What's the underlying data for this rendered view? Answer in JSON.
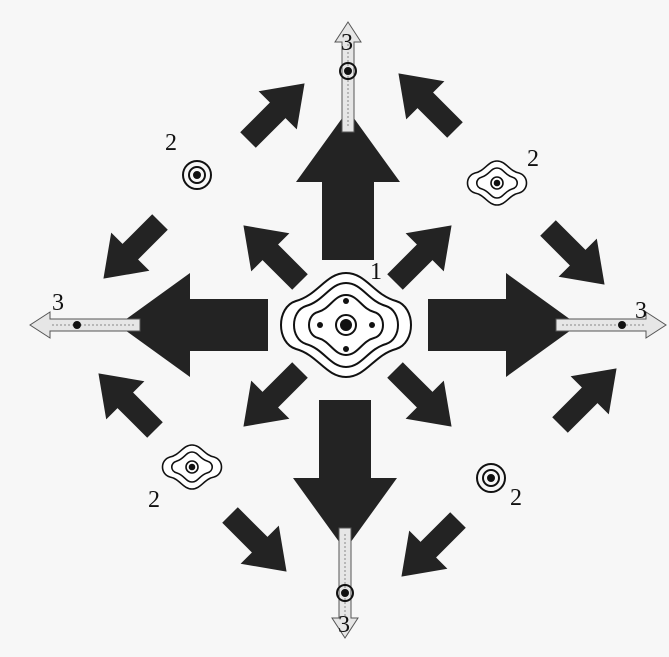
{
  "colors": {
    "background": "#f7f7f7",
    "arrow_fill": "#232323",
    "hatched_arrow": "#e6e6e6",
    "line": "#111111"
  },
  "labels": {
    "center": "1",
    "top": "3",
    "bottom": "3",
    "left": "3",
    "right": "3",
    "upper_left": "2",
    "upper_right": "2",
    "lower_left": "2",
    "lower_right": "2"
  },
  "icons": {
    "center": "large-flower-contour-icon",
    "upper_left": "concentric-circles-icon",
    "upper_right": "flower-contour-icon",
    "lower_left": "flower-contour-icon",
    "lower_right": "concentric-circles-icon",
    "end_points": "dot-icon"
  }
}
